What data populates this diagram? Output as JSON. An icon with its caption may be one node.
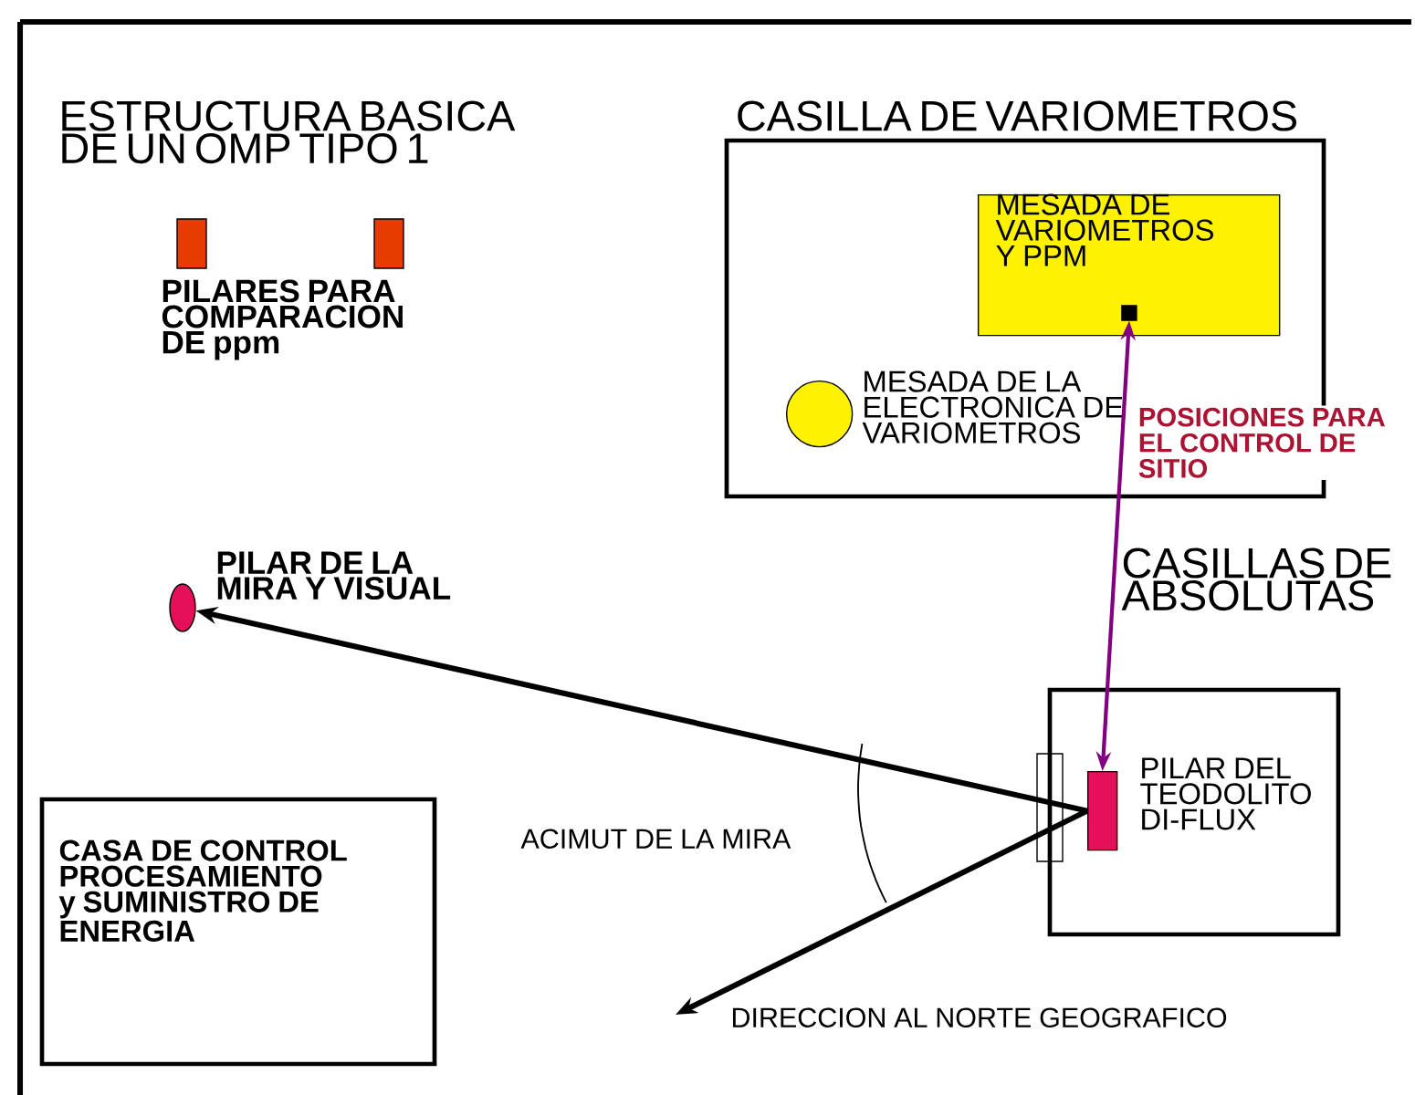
{
  "diagram": {
    "title": "ESTRUCTURA BASICA DE UN OMP TIPO 1",
    "nodes": [
      {
        "text": [
          "CASILLA DE VARIOMETROS"
        ]
      },
      {
        "text": [
          "MESADA DE VARIOMETROS Y PPM"
        ],
        "in": 0
      },
      {
        "text": [],
        "shape": "box",
        "in": 1
      },
      {
        "text": [],
        "shape": "circle",
        "in": 0,
        "beside": [
          "MESADA DE LA ELECTRONICA DE VARIOMETROS"
        ]
      },
      {
        "text": [
          "CASILLAS DE ABSOLUTAS"
        ]
      },
      {
        "text": [],
        "shape": "box",
        "in": 4,
        "beside": [
          "PILAR DEL TEODOLITO DI-FLUX"
        ]
      },
      {
        "text": [],
        "shape": "circle",
        "beside": [
          "PILAR DE LA MIRA Y VISUAL"
        ]
      },
      {
        "text": [
          "CASA DE CONTROL PROCESAMIENTO y SUMINISTRO DE ENERGIA"
        ]
      },
      {
        "text": [],
        "shape": "box"
      },
      {
        "text": [],
        "shape": "box"
      }
    ],
    "edges": [
      {
        "from": 5,
        "to": 6,
        "arrow": "to"
      },
      {
        "from": 5,
        "to": null,
        "arrow": "to"
      },
      {
        "from": 2,
        "to": 5,
        "arrow": "both",
        "color": "#800080",
        "label": "POSICIONES PARA EL CONTROL DE SITIO"
      }
    ],
    "labels": [
      "PILARES PARA COMPARACION DE ppm",
      "ACIMUT DE LA MIRA",
      "DIRECCION AL NORTE GEOGRAFICO"
    ]
  }
}
